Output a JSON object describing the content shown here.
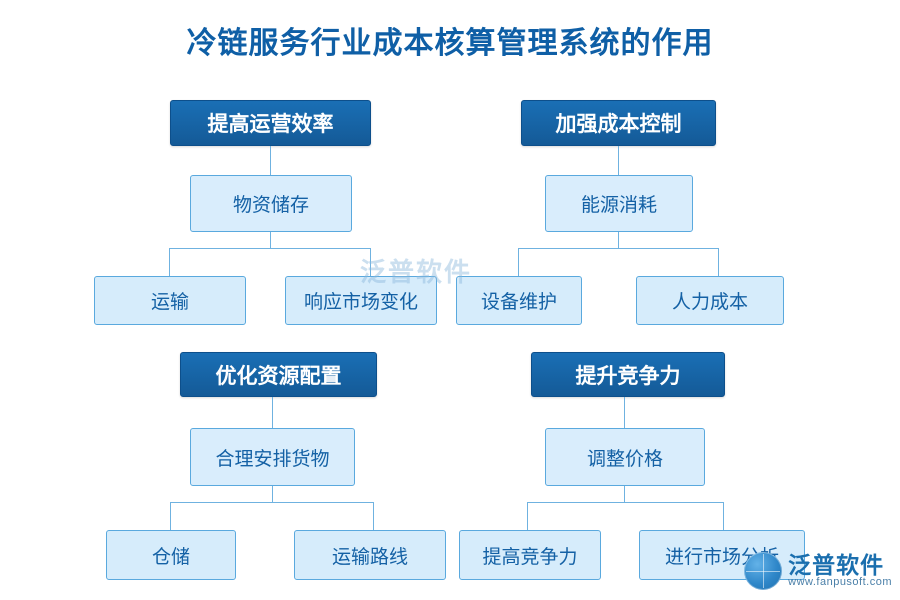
{
  "page": {
    "title": "冷链服务行业成本核算管理系统的作用",
    "accent_dark": "#145a97",
    "accent_light": "#d6ecfb",
    "text_blue": "#1461a5"
  },
  "watermarks": {
    "center_text": "泛普软件",
    "logo_cn": "泛普软件",
    "logo_en": "www.fanpusoft.com"
  },
  "groups": [
    {
      "header": "提高运营效率",
      "middle": "物资储存",
      "leaves": [
        "运输",
        "响应市场变化"
      ]
    },
    {
      "header": "加强成本控制",
      "middle": "能源消耗",
      "leaves": [
        "设备维护",
        "人力成本"
      ]
    },
    {
      "header": "优化资源配置",
      "middle": "合理安排货物",
      "leaves": [
        "仓储",
        "运输路线"
      ]
    },
    {
      "header": "提升竞争力",
      "middle": "调整价格",
      "leaves": [
        "提高竞争力",
        "进行市场分析"
      ]
    }
  ]
}
